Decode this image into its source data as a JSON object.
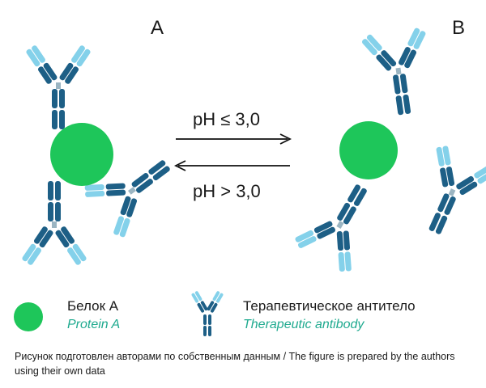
{
  "panels": {
    "left_label": "A",
    "right_label": "B"
  },
  "reaction": {
    "forward_condition": "pH ≤ 3,0",
    "reverse_condition": "pH > 3,0"
  },
  "legend": {
    "protein_ru": "Белок А",
    "protein_en": "Protein A",
    "antibody_ru": "Терапевтическое антитело",
    "antibody_en": "Therapeutic antibody"
  },
  "caption": "Рисунок подготовлен авторами по собственным данным / The figure is prepared by the authors using their own data",
  "colors": {
    "protein_green": "#1ec65a",
    "antibody_dark": "#1d5f86",
    "antibody_light": "#84d1ea",
    "legend_en_text": "#1faa8f"
  },
  "icons": {
    "protein": "green-circle",
    "antibody": "y-shaped-antibody"
  }
}
